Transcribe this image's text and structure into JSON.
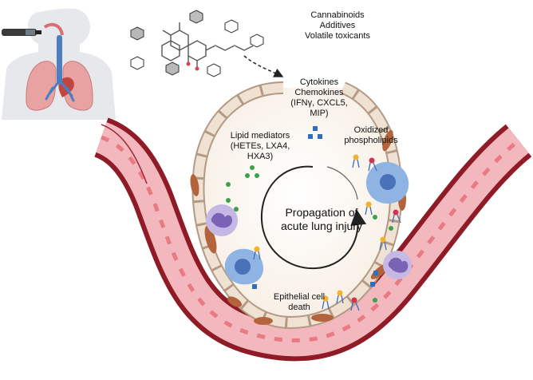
{
  "labels": {
    "exposure": [
      "Cannabinoids",
      "Additives",
      "Volatile toxicants"
    ],
    "cytokines": [
      "Cytokines",
      "Chemokines",
      "(IFNγ, CXCL5,",
      "MIP)"
    ],
    "lipid_mediators": [
      "Lipid mediators",
      "(HETEs, LXA4,",
      "HXA3)"
    ],
    "oxidized_phospholipids": [
      "Oxidized",
      "phospholipids"
    ],
    "propagation": [
      "Propagation of",
      "acute lung injury"
    ],
    "epithelial_death": [
      "Epithelial cell",
      "death"
    ]
  },
  "colors": {
    "vessel_dark": "#8e1b25",
    "vessel_light": "#f3b8bd",
    "endothelial": "#f28b93",
    "epithelial_fill": "#efe2d3",
    "epithelial_edge": "#b49a85",
    "fibroblast": "#b4643c",
    "macrophage": "#8fb3e2",
    "neutrophil": "#c6b8e4",
    "cytokine_square": "#2f6fbe",
    "lipid_dot": "#3aa24a",
    "phospholipid_head_yellow": "#f3b12a",
    "phospholipid_head_red": "#d0334f",
    "lung": "#e9a2a2",
    "trachea": "#4d7fc0"
  }
}
